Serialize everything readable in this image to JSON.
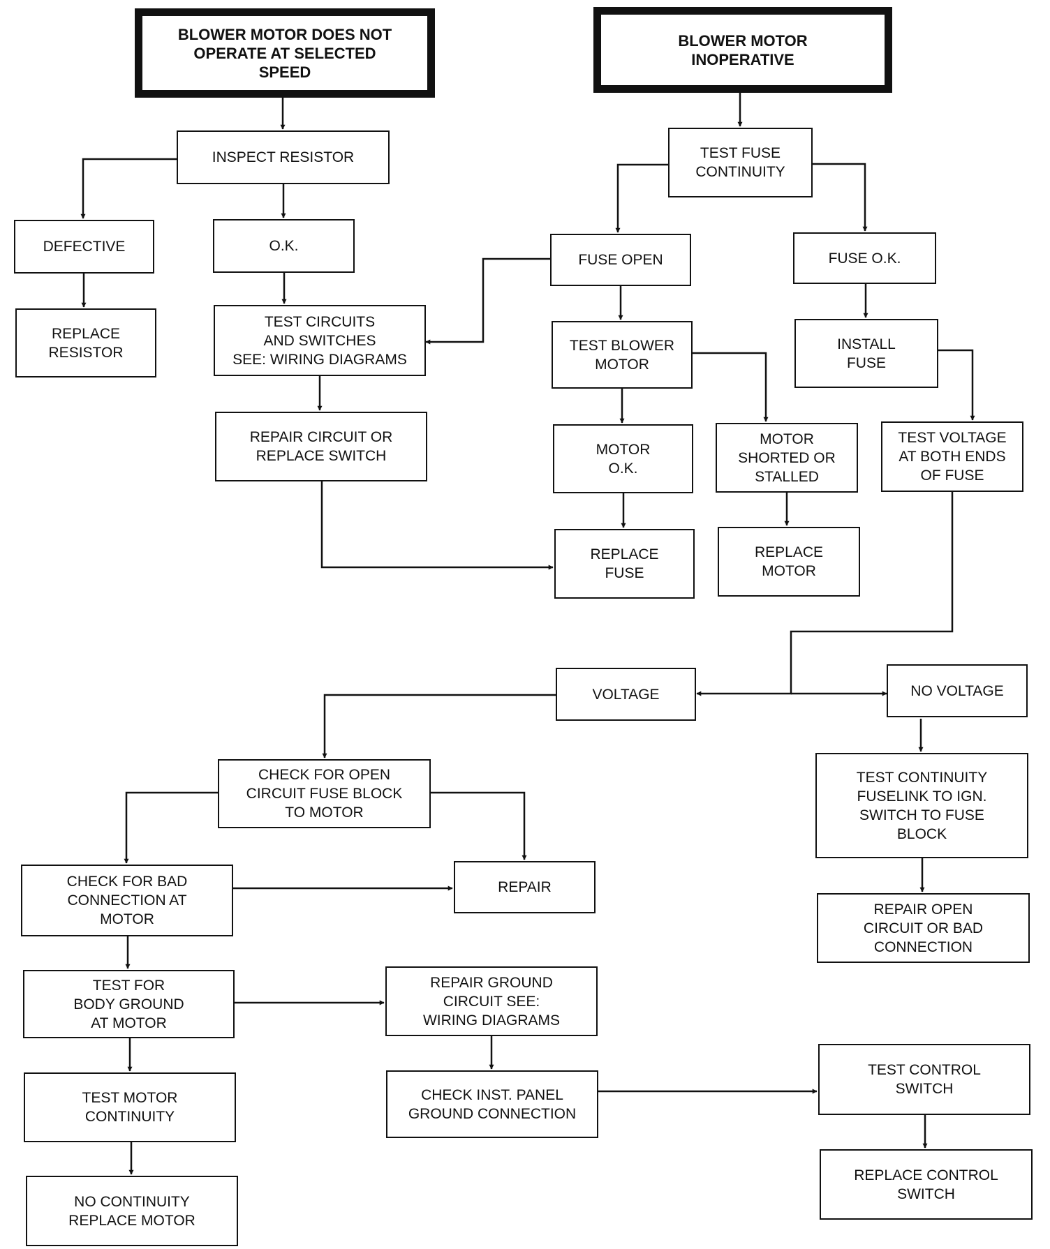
{
  "nodes": {
    "hdr_speed": "BLOWER MOTOR DOES NOT\nOPERATE AT SELECTED\nSPEED",
    "hdr_inop": "BLOWER MOTOR\nINOPERATIVE",
    "inspect_resistor": "INSPECT RESISTOR",
    "defective": "DEFECTIVE",
    "ok": "O.K.",
    "replace_resistor": "REPLACE\nRESISTOR",
    "test_circuits": "TEST CIRCUITS\nAND SWITCHES\nSEE: WIRING DIAGRAMS",
    "repair_circuit": "REPAIR CIRCUIT OR\nREPLACE SWITCH",
    "test_fuse": "TEST FUSE\nCONTINUITY",
    "fuse_open": "FUSE OPEN",
    "fuse_ok": "FUSE O.K.",
    "test_blower": "TEST BLOWER\nMOTOR",
    "install_fuse": "INSTALL\nFUSE",
    "motor_ok": "MOTOR\nO.K.",
    "motor_shorted": "MOTOR\nSHORTED OR\nSTALLED",
    "test_voltage": "TEST VOLTAGE\nAT BOTH ENDS\nOF FUSE",
    "replace_fuse": "REPLACE\nFUSE",
    "replace_motor_top": "REPLACE\nMOTOR",
    "voltage": "VOLTAGE",
    "no_voltage": "NO VOLTAGE",
    "check_open_circuit": "CHECK FOR OPEN\nCIRCUIT FUSE BLOCK\nTO MOTOR",
    "test_fuselink": "TEST CONTINUITY\nFUSELINK TO IGN.\nSWITCH TO FUSE\nBLOCK",
    "check_bad_conn": "CHECK FOR BAD\nCONNECTION AT\nMOTOR",
    "repair": "REPAIR",
    "repair_open": "REPAIR OPEN\nCIRCUIT OR BAD\nCONNECTION",
    "test_body_ground": "TEST FOR\nBODY GROUND\nAT MOTOR",
    "repair_ground": "REPAIR GROUND\nCIRCUIT SEE:\nWIRING DIAGRAMS",
    "test_motor_cont": "TEST MOTOR\nCONTINUITY",
    "check_inst_panel": "CHECK INST. PANEL\nGROUND CONNECTION",
    "test_control": "TEST CONTROL\nSWITCH",
    "replace_control": "REPLACE CONTROL\nSWITCH",
    "no_continuity": "NO CONTINUITY\nREPLACE MOTOR"
  }
}
